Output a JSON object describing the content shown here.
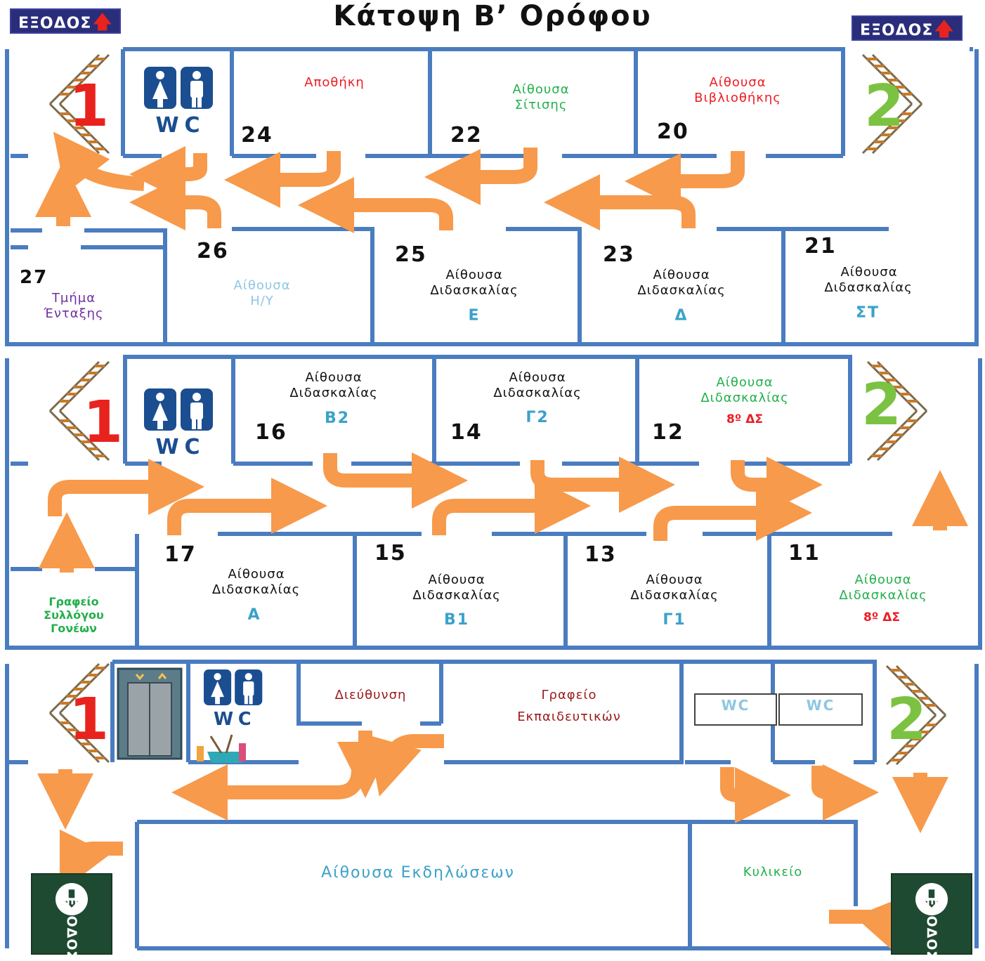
{
  "title": "Κάτοψη Β’ Ορόφου",
  "exit_sign": "ΕΞΟΔΟΣ",
  "wc": "WC",
  "floor_top": {
    "rooms": {
      "r24": {
        "num": "24",
        "name": "Αποθήκη"
      },
      "r22": {
        "num": "22",
        "name1": "Αίθουσα",
        "name2": "Σίτισης"
      },
      "r20": {
        "num": "20",
        "name1": "Αίθουσα",
        "name2": "Βιβλιοθήκης"
      },
      "r27": {
        "num": "27",
        "name1": "Τμήμα",
        "name2": "Ένταξης"
      },
      "r26": {
        "num": "26",
        "name1": "Αίθουσα",
        "name2": "Η/Υ"
      },
      "r25": {
        "num": "25",
        "name1": "Αίθουσα",
        "name2": "Διδασκαλίας",
        "code": "Ε"
      },
      "r23": {
        "num": "23",
        "name1": "Αίθουσα",
        "name2": "Διδασκαλίας",
        "code": "Δ"
      },
      "r21": {
        "num": "21",
        "name1": "Αίθουσα",
        "name2": "Διδασκαλίας",
        "code": "ΣΤ"
      }
    },
    "stair_left": "1",
    "stair_right": "2"
  },
  "floor_mid": {
    "rooms": {
      "r16": {
        "num": "16",
        "name1": "Αίθουσα",
        "name2": "Διδασκαλίας",
        "code": "Β2"
      },
      "r14": {
        "num": "14",
        "name1": "Αίθουσα",
        "name2": "Διδασκαλίας",
        "code": "Γ2"
      },
      "r12": {
        "num": "12",
        "name1": "Αίθουσα",
        "name2": "Διδασκαλίας",
        "code": "8º ΔΣ"
      },
      "office": {
        "name1": "Γραφείο",
        "name2": "Συλλόγου",
        "name3": "Γονέων"
      },
      "r17": {
        "num": "17",
        "name1": "Αίθουσα",
        "name2": "Διδασκαλίας",
        "code": "Α"
      },
      "r15": {
        "num": "15",
        "name1": "Αίθουσα",
        "name2": "Διδασκαλίας",
        "code": "Β1"
      },
      "r13": {
        "num": "13",
        "name1": "Αίθουσα",
        "name2": "Διδασκαλίας",
        "code": "Γ1"
      },
      "r11": {
        "num": "11",
        "name1": "Αίθουσα",
        "name2": "Διδασκαλίας",
        "code": "8º ΔΣ"
      }
    },
    "stair_left": "1",
    "stair_right": "2"
  },
  "floor_ground": {
    "direction": "Διεύθυνση",
    "teachers1": "Γραφείο",
    "teachers2": "Εκπαιδευτικών",
    "hall": "Αίθουσα Εκδηλώσεων",
    "canteen": "Κυλικείο",
    "wc1": "WC",
    "wc2": "WC",
    "stair_left": "1",
    "stair_right": "2"
  },
  "colors": {
    "wall": "#4a7cc0",
    "arrow": "#f79a4b",
    "exit_green": "#1f4a32",
    "exit_navy": "#2a2d7a"
  }
}
